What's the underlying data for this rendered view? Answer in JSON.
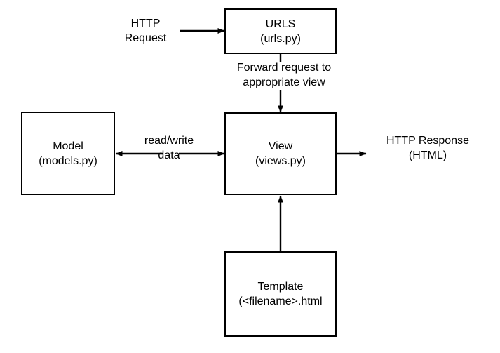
{
  "diagram": {
    "title": "Django MVT request flow",
    "background_color": "#ffffff",
    "stroke_color": "#000000",
    "text_color": "#000000",
    "nodes": [
      {
        "id": "urls",
        "name": "urls-box",
        "line1": "URLS",
        "line2": "(urls.py)"
      },
      {
        "id": "view",
        "name": "view-box",
        "line1": "View",
        "line2": "(views.py)"
      },
      {
        "id": "model",
        "name": "model-box",
        "line1": "Model",
        "line2": "(models.py)"
      },
      {
        "id": "template",
        "name": "template-box",
        "line1": "Template",
        "line2": "(<filename>.html"
      }
    ],
    "labels": {
      "http_request": {
        "line1": "HTTP",
        "line2": "Request"
      },
      "forward_request": {
        "line1": "Forward request to",
        "line2": "appropriate view"
      },
      "read_write": {
        "line1": "read/write",
        "line2": "data"
      },
      "http_response": {
        "line1": "HTTP Response",
        "line2": "(HTML)"
      }
    },
    "edges": [
      {
        "id": "req-to-urls",
        "from": "http-request-label",
        "to": "urls",
        "direction": "right"
      },
      {
        "id": "urls-to-view",
        "from": "urls",
        "to": "view",
        "direction": "down"
      },
      {
        "id": "view-to-model",
        "from": "view",
        "to": "model",
        "direction": "left"
      },
      {
        "id": "model-to-view",
        "from": "model",
        "to": "view",
        "direction": "right"
      },
      {
        "id": "view-to-response",
        "from": "view",
        "to": "http-response-label",
        "direction": "right"
      },
      {
        "id": "template-to-view",
        "from": "template",
        "to": "view",
        "direction": "up"
      }
    ]
  }
}
